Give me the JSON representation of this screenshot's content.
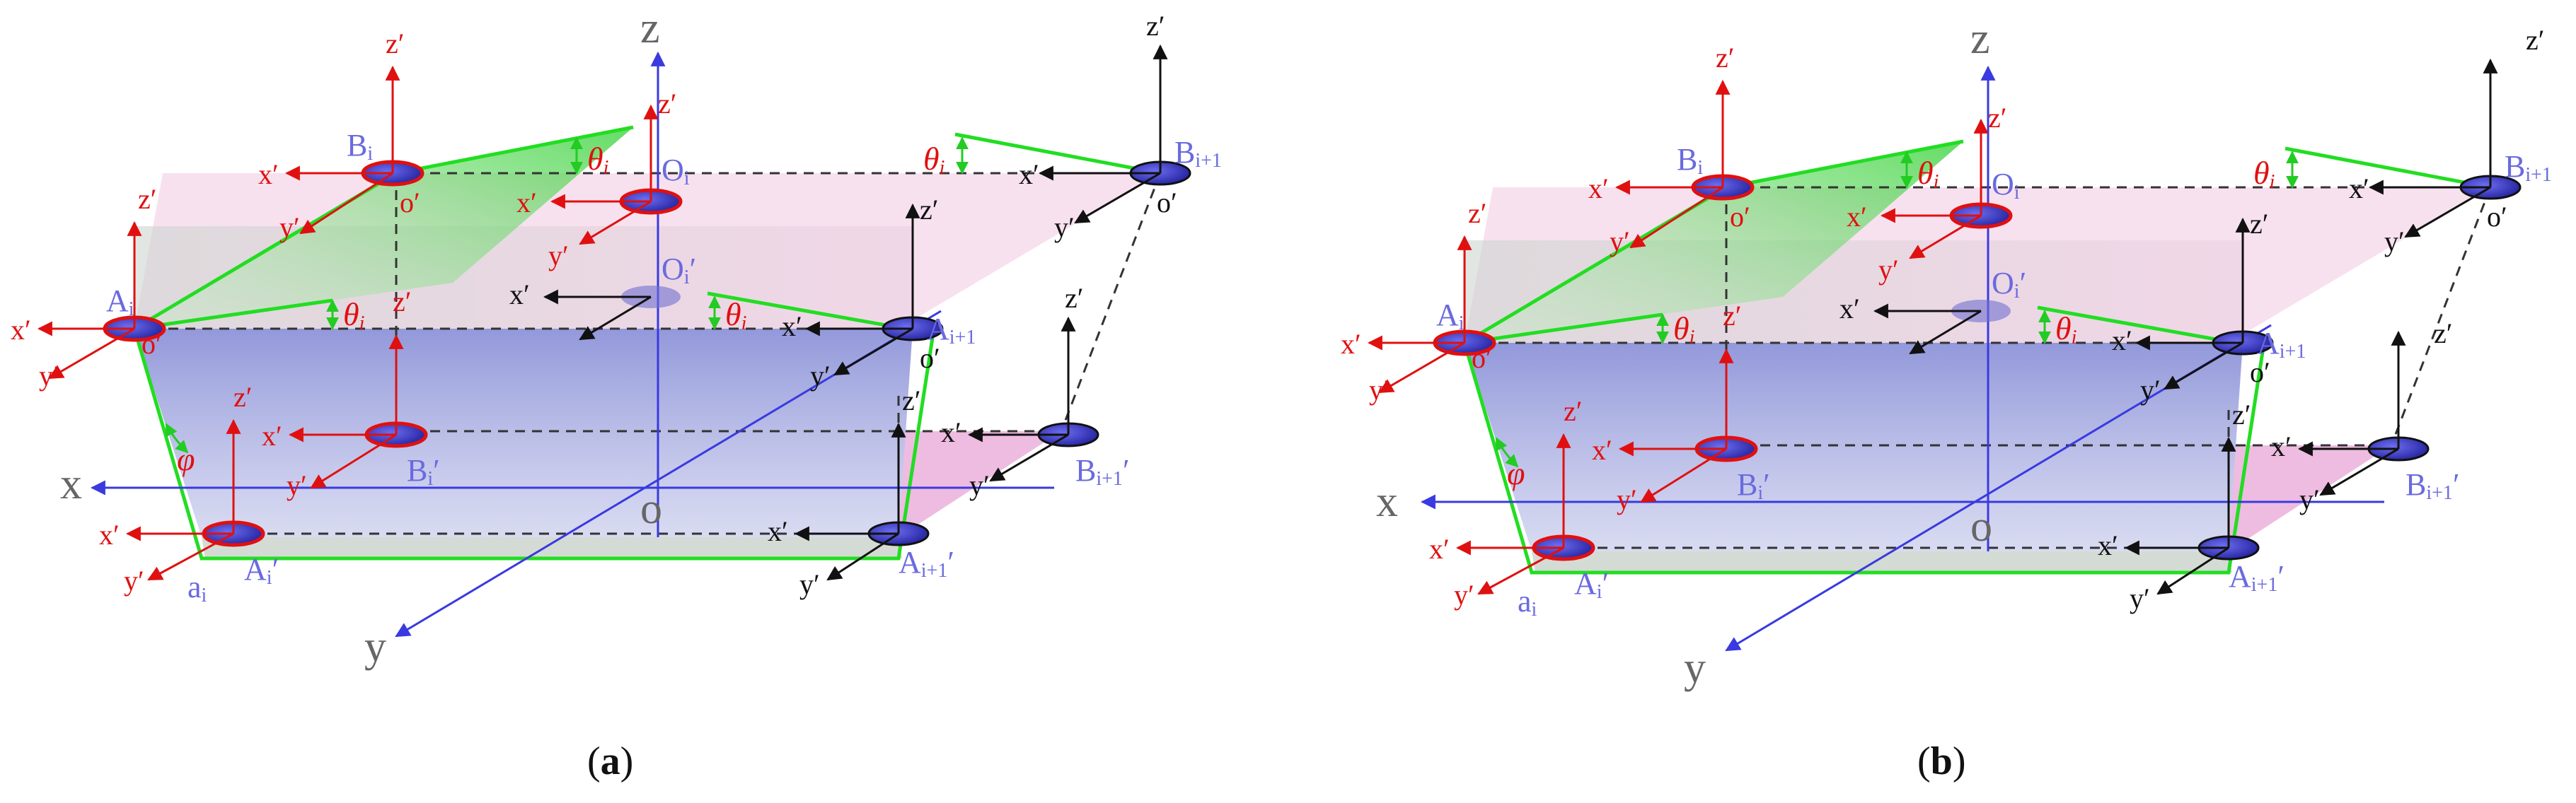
{
  "labels": {
    "Z": "z",
    "X": "x",
    "Y": "y",
    "O": "o",
    "Oi": "O",
    "Oip": "O",
    "xp": "x′",
    "yp": "y′",
    "zp": "z′",
    "op": "o′",
    "A": "A",
    "B": "B",
    "a": "a",
    "i": "i",
    "i1": "i+1",
    "prime": "′",
    "theta": "θ",
    "phi": "φ"
  },
  "captions": {
    "a_open": "(",
    "a_letter": "a",
    "a_close": ")",
    "b_open": "(",
    "b_letter": "b",
    "b_close": ")"
  },
  "colors": {
    "red_axis": "#e01010",
    "black_axis": "#111111",
    "blue_axis": "#3a3ae0",
    "green_edge": "#22dd22",
    "pink_plane": "#f0b0d8",
    "blue_box": "#8a8ad8",
    "gray_box": "#c8d0c8",
    "disk_fill": "#3535c8",
    "disk_rim": "#e01010"
  }
}
